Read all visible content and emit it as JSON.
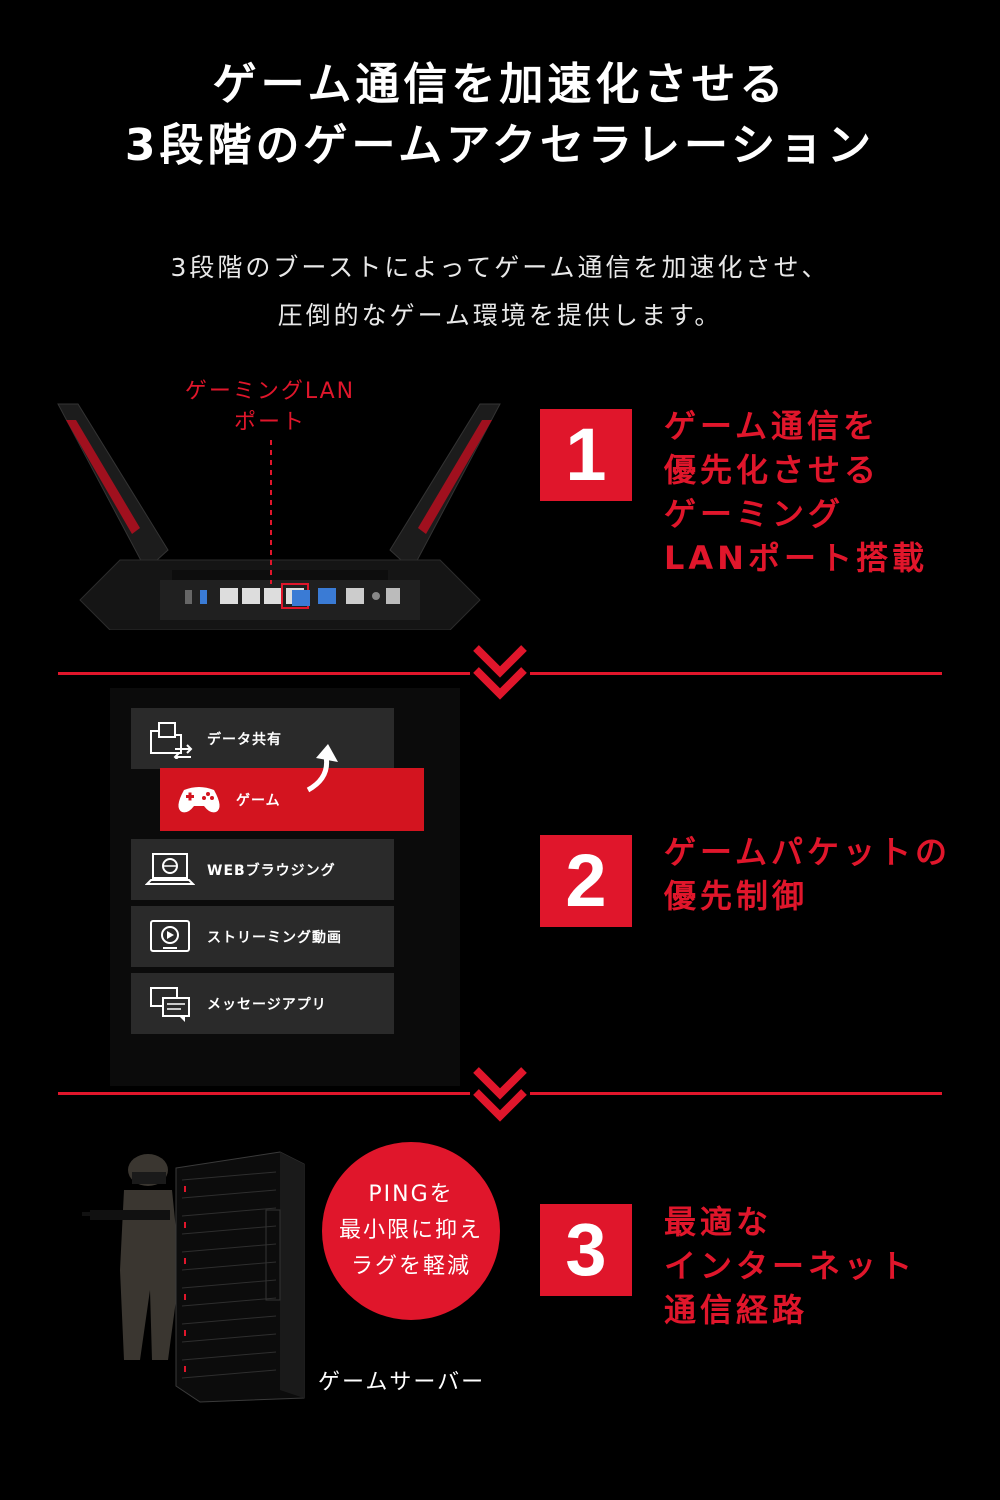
{
  "header": {
    "title_line1": "ゲーム通信を加速化させる",
    "title_line2": "3段階のゲームアクセラレーション",
    "subtitle_line1": "3段階のブーストによってゲーム通信を加速化させ、",
    "subtitle_line2": "圧倒的なゲーム環境を提供します。"
  },
  "router": {
    "lan_label_line1": "ゲーミングLAN",
    "lan_label_line2": "ポート"
  },
  "steps": [
    {
      "number": "1",
      "lines": [
        "ゲーム通信を",
        "優先化させる",
        "ゲーミング",
        "LANポート搭載"
      ]
    },
    {
      "number": "2",
      "lines": [
        "ゲームパケットの",
        "優先制御"
      ]
    },
    {
      "number": "3",
      "lines": [
        "最適な",
        "インターネット",
        "通信経路"
      ]
    }
  ],
  "apps": {
    "data_share": "データ共有",
    "game": "ゲーム",
    "web": "WEBブラウジング",
    "streaming": "ストリーミング動画",
    "messaging": "メッセージアプリ"
  },
  "ping": {
    "line1": "PINGを",
    "line2": "最小限に抑え",
    "line3": "ラグを軽減"
  },
  "server_label": "ゲームサーバー",
  "colors": {
    "accent": "#e0162b",
    "background": "#000000",
    "row": "#2a2a2a"
  }
}
